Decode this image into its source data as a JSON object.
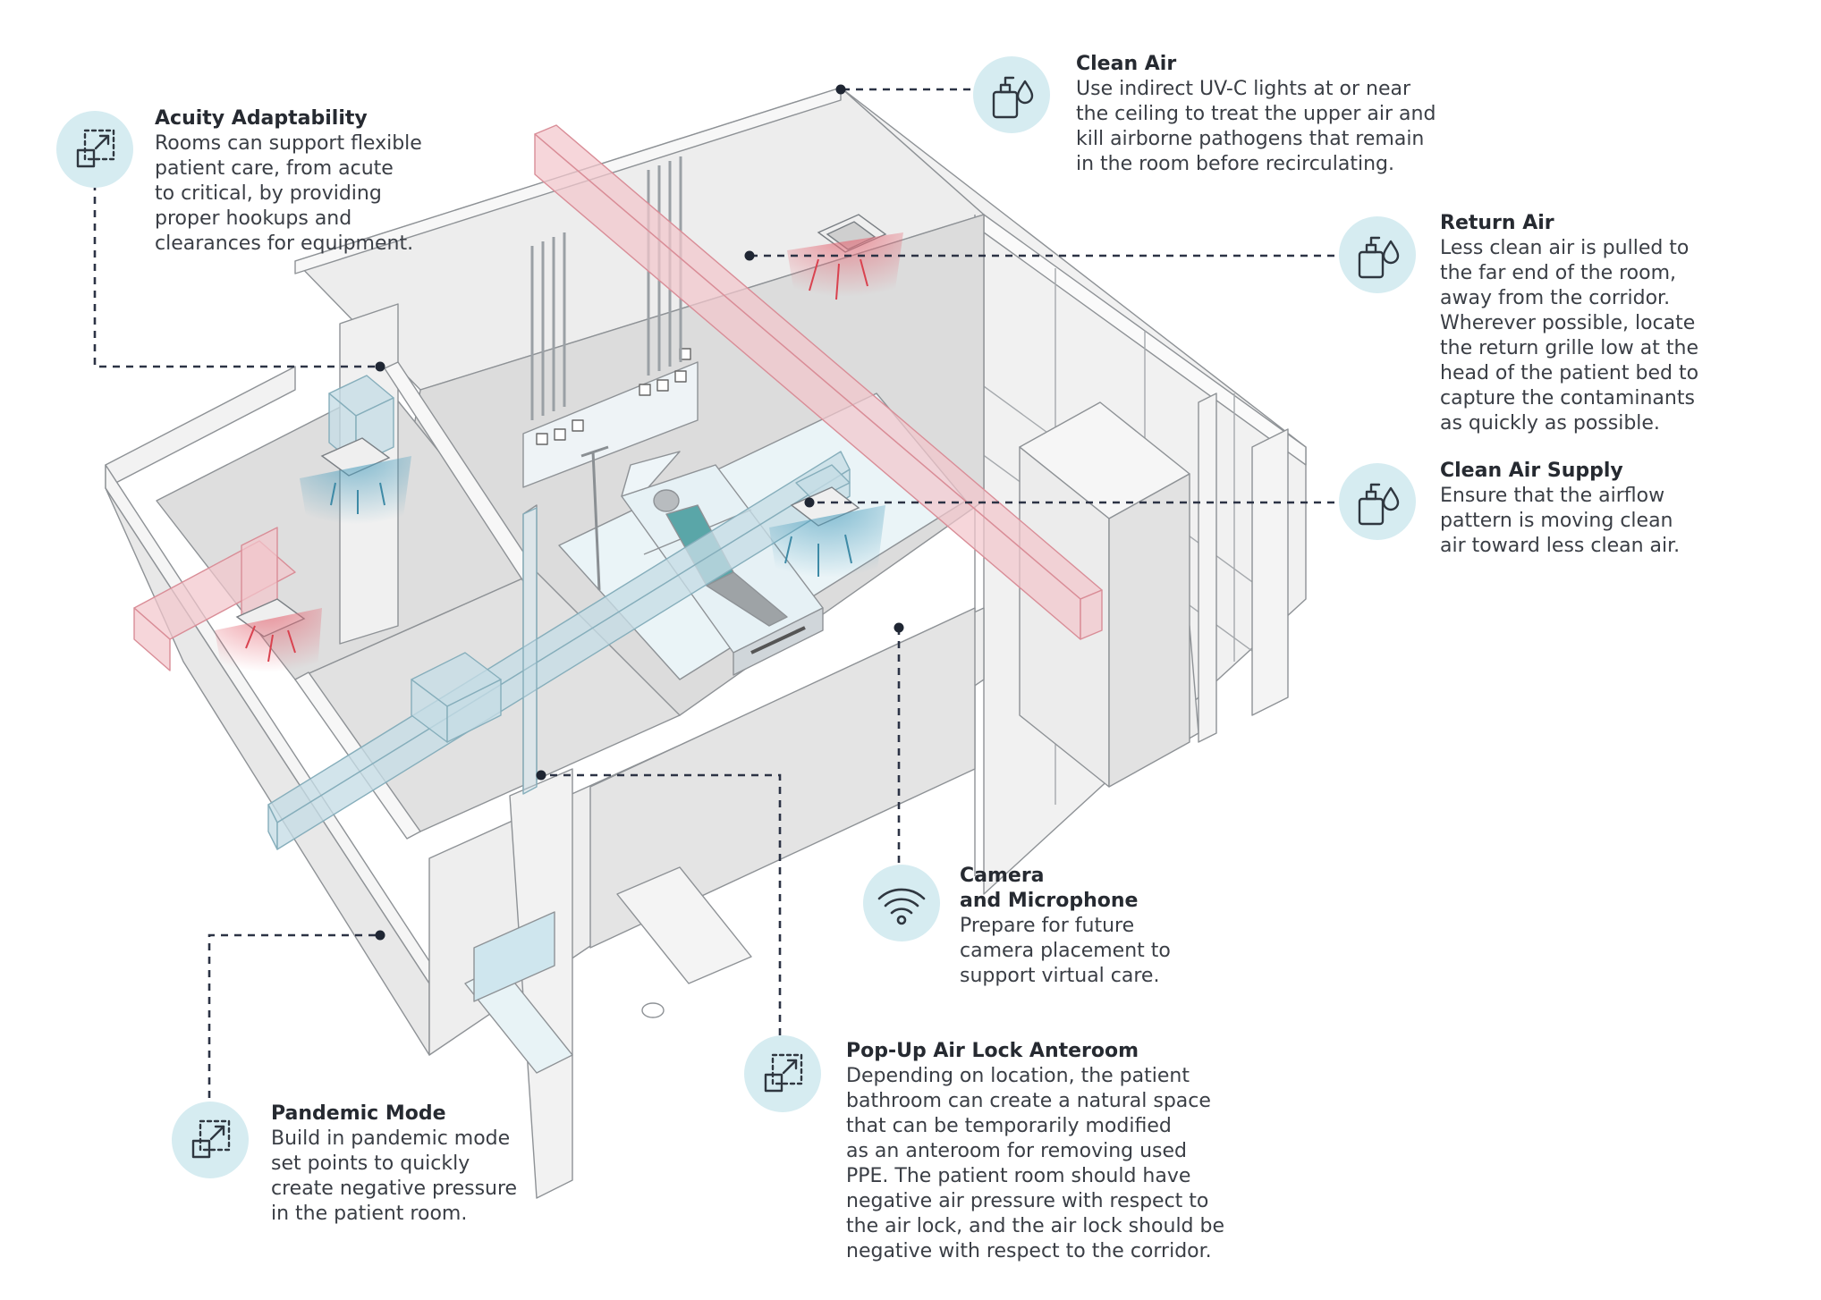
{
  "colors": {
    "badge_fill": "#d6ecf1",
    "icon_stroke": "#2f3740",
    "leader_line": "#2c3345",
    "return_duct": "#f2c6cc",
    "supply_duct": "#c5dde5",
    "wall_fill": "#ececec",
    "floor_fill": "#dcdcdc",
    "return_arrow": "#d9424f",
    "supply_arrow": "#3e8aa6"
  },
  "callouts": {
    "acuity": {
      "icon": "resize-expand-icon",
      "title": "Acuity Adaptability",
      "lines": [
        "Rooms can support flexible",
        "patient care, from acute",
        "to critical, by providing",
        "proper hookups and",
        "clearances for equipment."
      ]
    },
    "clean_air": {
      "icon": "sanitizer-drop-icon",
      "title": "Clean Air",
      "lines": [
        "Use indirect UV-C lights at or near",
        "the ceiling to treat the upper air and",
        "kill airborne pathogens that remain",
        "in the room before recirculating."
      ]
    },
    "return_air": {
      "icon": "sanitizer-drop-icon",
      "title": "Return Air",
      "lines": [
        "Less clean air is pulled to",
        "the far end of the room,",
        "away from the corridor.",
        "Wherever possible, locate",
        "the return grille low at the",
        "head of the patient bed to",
        "capture the contaminants",
        "as quickly as possible."
      ]
    },
    "clean_supply": {
      "icon": "sanitizer-drop-icon",
      "title": "Clean Air Supply",
      "lines": [
        "Ensure that the airflow",
        "pattern is moving clean",
        "air toward less clean air."
      ]
    },
    "camera": {
      "icon": "wifi-signal-icon",
      "title_lines": [
        "Camera",
        "and Microphone"
      ],
      "lines": [
        "Prepare for future",
        "camera placement to",
        "support virtual care."
      ]
    },
    "airlock": {
      "icon": "resize-expand-icon",
      "title": "Pop-Up Air Lock Anteroom",
      "lines": [
        "Depending on location, the patient",
        "bathroom can create a natural space",
        "that can be temporarily modified",
        "as an anteroom for removing used",
        "PPE. The patient room should have",
        "negative air pressure with respect to",
        "the air lock, and the air lock should be",
        "negative with respect to the corridor."
      ]
    },
    "pandemic": {
      "icon": "resize-expand-icon",
      "title": "Pandemic Mode",
      "lines": [
        "Build in pandemic mode",
        "set points to quickly",
        "create negative pressure",
        "in the patient room."
      ]
    }
  }
}
